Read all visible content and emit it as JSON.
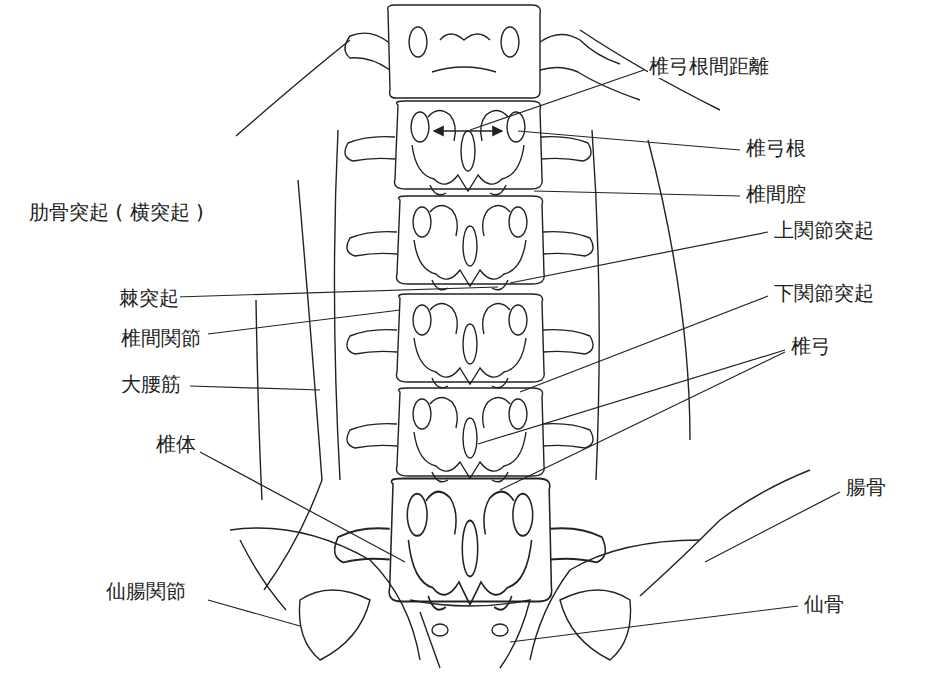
{
  "diagram": {
    "labels": [
      "椎弓根間距離",
      "椎弓根",
      "椎間腔",
      "肋骨突起 ( 横突起 )",
      "上関節突起",
      "棘突起",
      "下関節突起",
      "椎間関節",
      "椎弓",
      "大腰筋",
      "椎体",
      "腸骨",
      "仙腸関節",
      "仙骨"
    ]
  }
}
